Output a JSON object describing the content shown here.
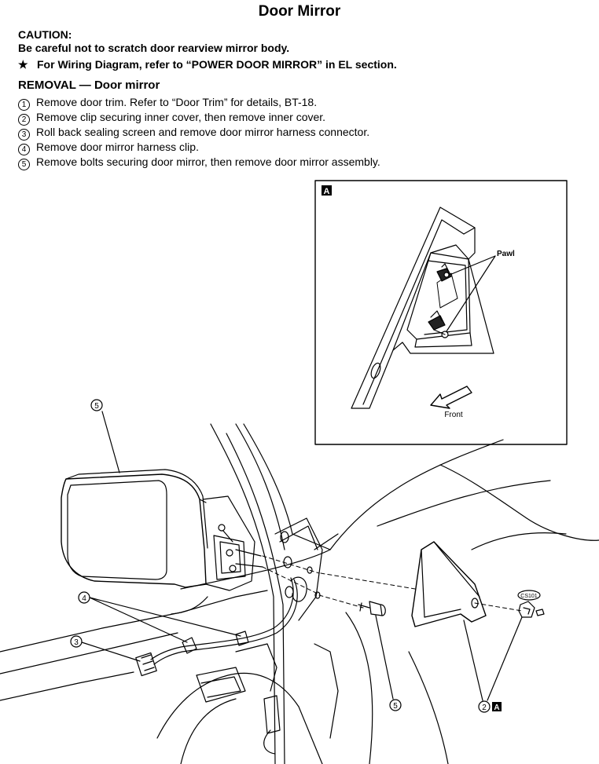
{
  "title": "Door Mirror",
  "caution": {
    "heading": "CAUTION:",
    "text": "Be careful not to scratch door rearview mirror body."
  },
  "wiring": {
    "symbol": "★",
    "text": "For Wiring Diagram, refer to “POWER DOOR MIRROR” in EL section."
  },
  "removal": {
    "heading": "REMOVAL — Door mirror",
    "steps": [
      {
        "num": "1",
        "text": "Remove door trim. Refer to “Door Trim” for details, BT-18."
      },
      {
        "num": "2",
        "text": "Remove clip securing inner cover, then remove inner cover."
      },
      {
        "num": "3",
        "text": "Roll back sealing screen and remove door mirror harness connector."
      },
      {
        "num": "4",
        "text": "Remove door mirror harness clip."
      },
      {
        "num": "5",
        "text": "Remove bolts securing door mirror, then remove door mirror assembly."
      }
    ]
  },
  "figure": {
    "detail_badge": "A",
    "pawl_label": "Pawl",
    "front_label": "Front",
    "callouts": {
      "mirror": "5",
      "clip": "4",
      "connector": "3",
      "bolt": "5",
      "cover": "2"
    },
    "cover_badge": "A",
    "clip_code": "CS101"
  }
}
